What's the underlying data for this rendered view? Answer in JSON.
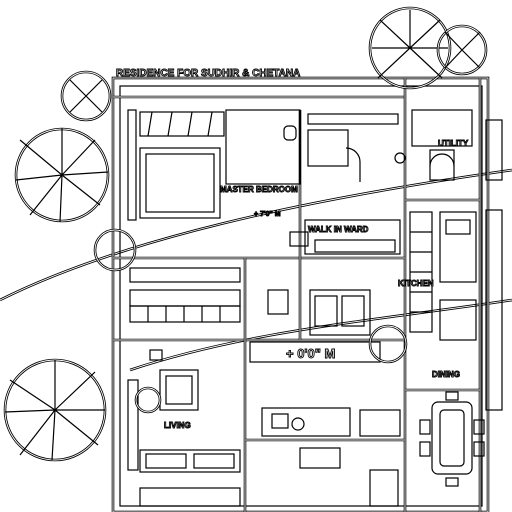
{
  "plan": {
    "title": "RESIDENCE FOR SUDHIR & CHETANA",
    "rooms": {
      "master_bedroom": "MASTER BEDROOM",
      "walk_in_wardrobe": "WALK IN WARD",
      "utility": "UTILITY",
      "kitchen": "KITCHEN",
      "dining": "DINING",
      "living": "LIVING",
      "level_mark_upper": "+ 7'0\" M",
      "level_mark_main": "+ 0'0\" M"
    }
  },
  "colors": {
    "line": "#000000",
    "fill": "#ffffff"
  },
  "icons": {
    "tree": "tree-canopy-icon",
    "plant": "shrub-icon"
  }
}
